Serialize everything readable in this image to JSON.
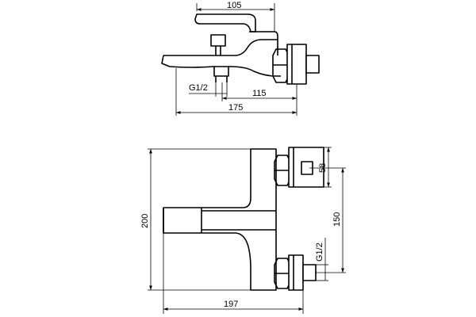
{
  "dimensions": {
    "top_width": "105",
    "thread_side": "G1/2",
    "spout_to_inlet": "115",
    "side_overall": "175",
    "height": "200",
    "inlet_spacing": "150",
    "thread_front": "G1/2",
    "body_depth": "58",
    "front_overall": "197"
  }
}
